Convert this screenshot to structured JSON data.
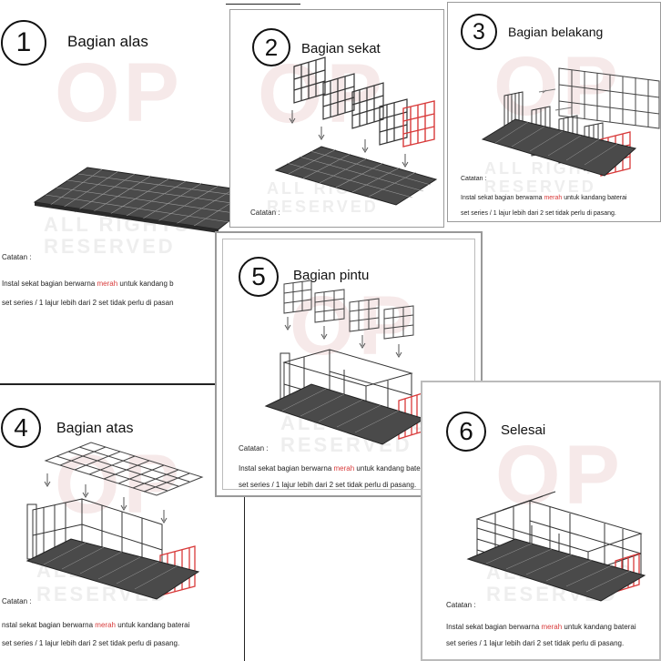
{
  "steps": {
    "s1": {
      "num": "1",
      "title": "Bagian alas",
      "note_label": "Catatan :",
      "note_line1_pre": "Instal sekat bagian berwarna ",
      "note_line1_red": "merah",
      "note_line1_post": " untuk kandang b",
      "note_line2": "set series / 1 lajur lebih dari 2 set tidak perlu di pasan"
    },
    "s2": {
      "num": "2",
      "title": "Bagian sekat",
      "note_label": "Catatan :"
    },
    "s3": {
      "num": "3",
      "title": "Bagian belakang",
      "note_label": "Catatan :",
      "note_line1_pre": "Instal sekat bagian berwarna ",
      "note_line1_red": "merah",
      "note_line1_post": " untuk kandang baterai",
      "note_line2": "set series / 1 lajur lebih dari 2 set tidak perlu di pasang."
    },
    "s4": {
      "num": "4",
      "title": "Bagian atas",
      "note_label": "Catatan :",
      "note_line1_pre": "nstal sekat bagian berwarna ",
      "note_line1_red": "merah",
      "note_line1_post": " untuk kandang baterai",
      "note_line2": "set series / 1 lajur lebih dari 2 set tidak perlu di pasang."
    },
    "s5": {
      "num": "5",
      "title": "Bagian pintu",
      "note_label": "Catatan :",
      "note_line1_pre": "Instal sekat bagian berwarna ",
      "note_line1_red": "merah",
      "note_line1_post": " untuk kandang batera",
      "note_line2": "set series / 1 lajur lebih dari 2 set tidak perlu di pasang."
    },
    "s6": {
      "num": "6",
      "title": "Selesai",
      "note_label": "Catatan :",
      "note_line1_pre": "Instal sekat bagian berwarna ",
      "note_line1_red": "merah",
      "note_line1_post": " untuk kandang baterai",
      "note_line2": "set series / 1 lajur lebih dari 2 set tidak perlu di pasang."
    }
  },
  "watermark": {
    "line1": "ALL RIGHTS",
    "line2": "RESERVED",
    "mark": "OP"
  },
  "colors": {
    "accent_red": "#d83a3a",
    "frame": "#333333",
    "floor": "#444444"
  }
}
